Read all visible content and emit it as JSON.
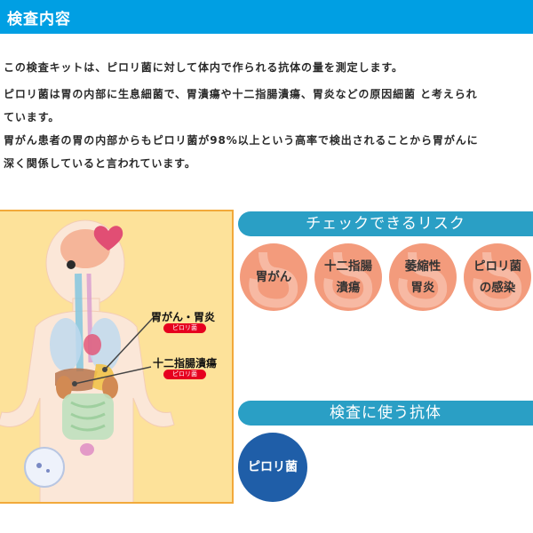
{
  "header": {
    "title": "検査内容"
  },
  "paragraphs": [
    {
      "lines": [
        "この検査キットは、ピロリ菌に対して体内で作られる抗体の量を測定します。"
      ]
    },
    {
      "lines": [
        "ピロリ菌は胃の内部に生息細菌で、胃潰瘍や十二指腸潰瘍、胃炎などの原因細菌 と考えられ",
        "ています。"
      ]
    },
    {
      "lines": [
        "胃がん患者の胃の内部からもピロリ菌が98%以上という高率で検出されることから胃がんに",
        "深く関係していると言われています。"
      ]
    }
  ],
  "illustration": {
    "labels": [
      {
        "name": "胃がん・胃炎",
        "tag": "ピロリ菌"
      },
      {
        "name": "十二指腸潰瘍",
        "tag": "ピロリ菌"
      }
    ]
  },
  "risk_section": {
    "title": "チェックできるリスク",
    "items": [
      {
        "line1": "胃がん",
        "line2": ""
      },
      {
        "line1": "十二指腸",
        "line2": "潰瘍"
      },
      {
        "line1": "萎縮性",
        "line2": "胃炎"
      },
      {
        "line1": "ピロリ菌",
        "line2": "の感染"
      }
    ]
  },
  "antibody_section": {
    "title": "検査に使う抗体",
    "items": [
      {
        "label": "ピロリ菌"
      }
    ]
  },
  "colors": {
    "header": "#009fe3",
    "banner": "#2a9fc5",
    "risk_circle": "#f39b7c",
    "antibody_circle": "#1f5ea8",
    "panel_bg": "#fde29a",
    "tag": "#e6001f"
  }
}
